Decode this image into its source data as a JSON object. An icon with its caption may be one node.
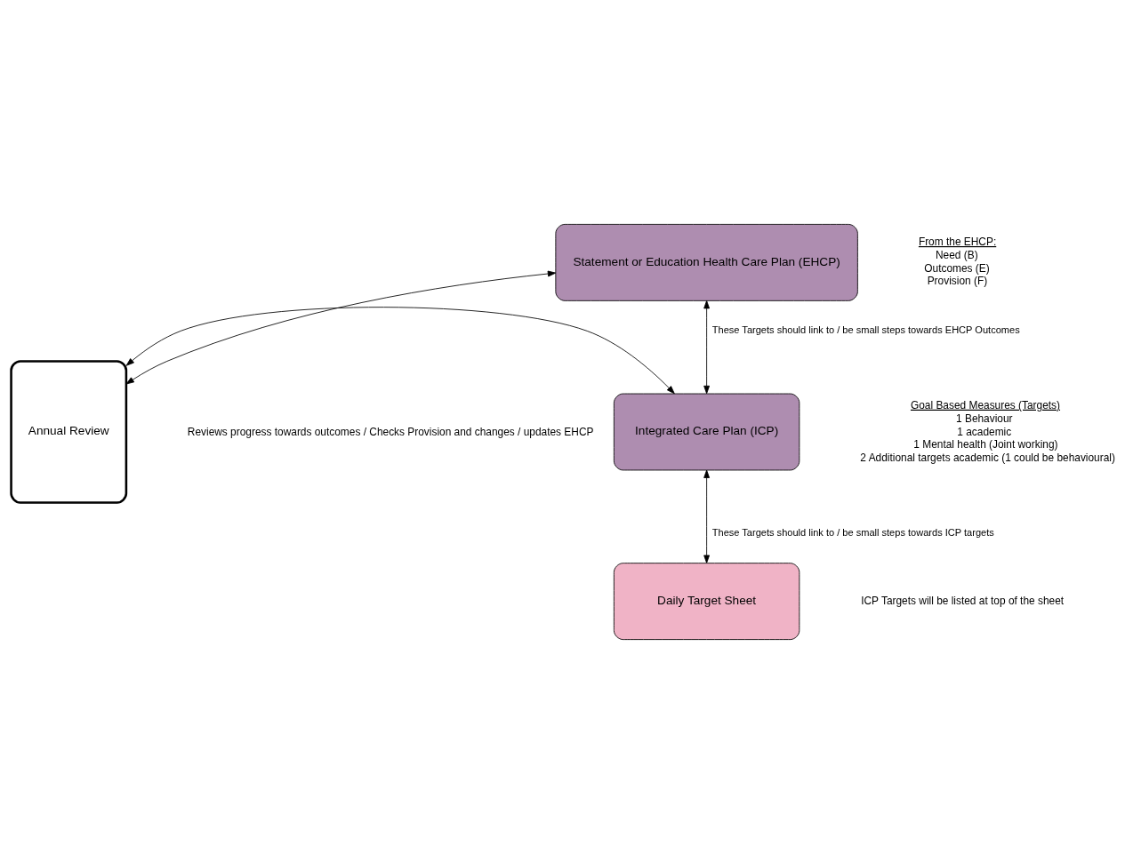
{
  "diagram": {
    "nodes": [
      {
        "text": [
          "Annual Review"
        ]
      },
      {
        "text": [
          "Statement or Education Health Care Plan (EHCP)"
        ]
      },
      {
        "text": [
          "Integrated Care Plan (ICP)"
        ]
      },
      {
        "text": [
          "Daily Target Sheet"
        ]
      }
    ],
    "edges": [
      {
        "from": 0,
        "to": 1,
        "arrow": "both"
      },
      {
        "from": 1,
        "to": 2,
        "arrow": "both",
        "label": "These Targets should link to / be small steps towards EHCP Outcomes"
      },
      {
        "from": 0,
        "to": 2,
        "arrow": "both"
      },
      {
        "from": 2,
        "to": 3,
        "arrow": "both",
        "label": "These Targets should link to / be small steps towards ICP targets"
      }
    ],
    "labels": [
      "Reviews progress towards outcomes / Checks Provision and changes / updates EHCP",
      "From the EHCP:",
      "Need (B)",
      "Outcomes (E)",
      "Provision (F)",
      "Goal Based Measures (Targets)",
      "1 Behaviour",
      "1 academic",
      "1 Mental health (Joint working)",
      "2 Additional targets academic (1 could be behavioural)",
      "ICP Targets will be listed at top of the sheet"
    ]
  }
}
